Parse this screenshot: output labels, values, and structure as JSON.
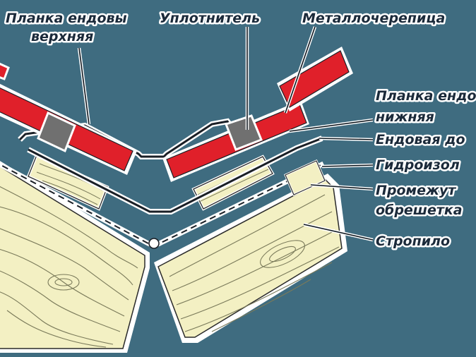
{
  "labels": {
    "upper_valley_strip_line1": "Планка ендовы",
    "upper_valley_strip_line2": "верхняя",
    "sealant": "Уплотнитель",
    "metal_tile": "Металлочерепица",
    "lower_valley_strip_line1": "Планка ендо",
    "lower_valley_strip_line2": "нижняя",
    "valley_board": "Ендовая до",
    "waterproofing": "Гидроизол",
    "intermediate_line1": "Промежут",
    "intermediate_line2": "обрешетка",
    "rafter": "Стропило"
  },
  "colors": {
    "background": "#3f6c80",
    "tile": "#e0202a",
    "sealant": "#707070",
    "wood": "#f3f0c3",
    "wood_grain": "#7a7a5a",
    "metal_strip": "#1a1f26",
    "label_text": "#1b2a3a",
    "label_halo": "#ffffff"
  }
}
